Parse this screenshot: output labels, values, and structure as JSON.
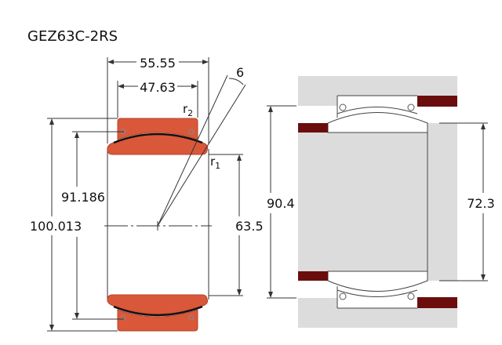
{
  "title": "GEZ63C-2RS",
  "dimensions": {
    "outer_width": "55.55",
    "outer_ring_width": "47.63",
    "angle": "6",
    "r2": "r",
    "r2_sub": "2",
    "r1": "r",
    "r1_sub": "1",
    "outer_diameter": "100.013",
    "sphere_diameter": "91.186",
    "bore": "63.5",
    "housing_shoulder": "90.4",
    "shaft_shoulder": "72.3"
  },
  "colors": {
    "ring": "#d9583a",
    "ring_outline": "#b84428",
    "seal_red": "#6b0d0d",
    "housing_gray": "#dcdcdc",
    "line": "#333333"
  }
}
